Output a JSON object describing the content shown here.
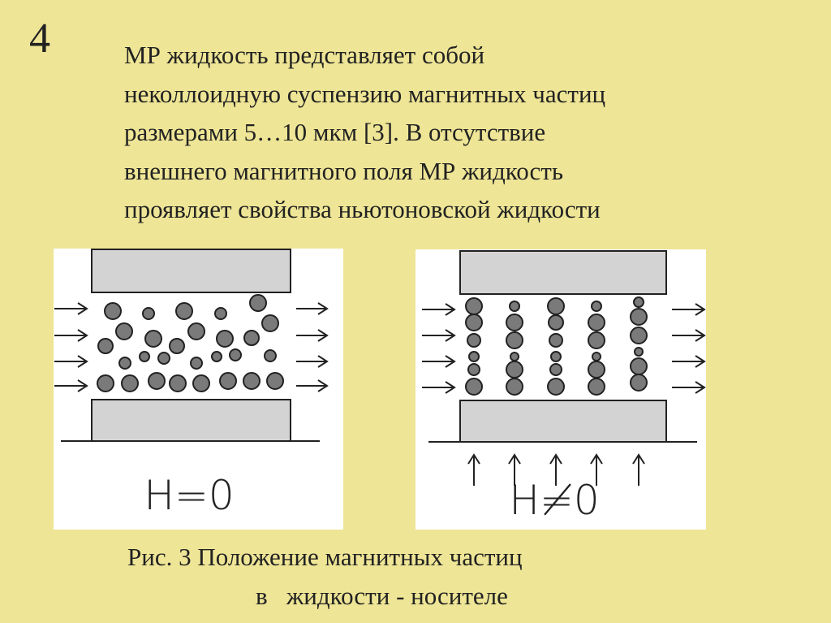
{
  "slide_number": "4",
  "body_lines": [
    "МР жидкость представляет собой",
    "неколлоидную суспензию магнитных частиц",
    "размерами 5…10 мкм [3]. В отсутствие",
    "внешнего магнитного поля МР жидкость",
    "проявляет свойства ньютоновской жидкости"
  ],
  "figure": {
    "left_label": "H=0",
    "right_label": "H≠0",
    "colors": {
      "plate": "#d3d3d3",
      "particle": "#7a7a7a",
      "stroke": "#222222",
      "background": "#eee596"
    }
  },
  "caption": {
    "line1": "Рис. 3 Положение магнитных частиц",
    "line2": "в   жидкости - носителе"
  }
}
